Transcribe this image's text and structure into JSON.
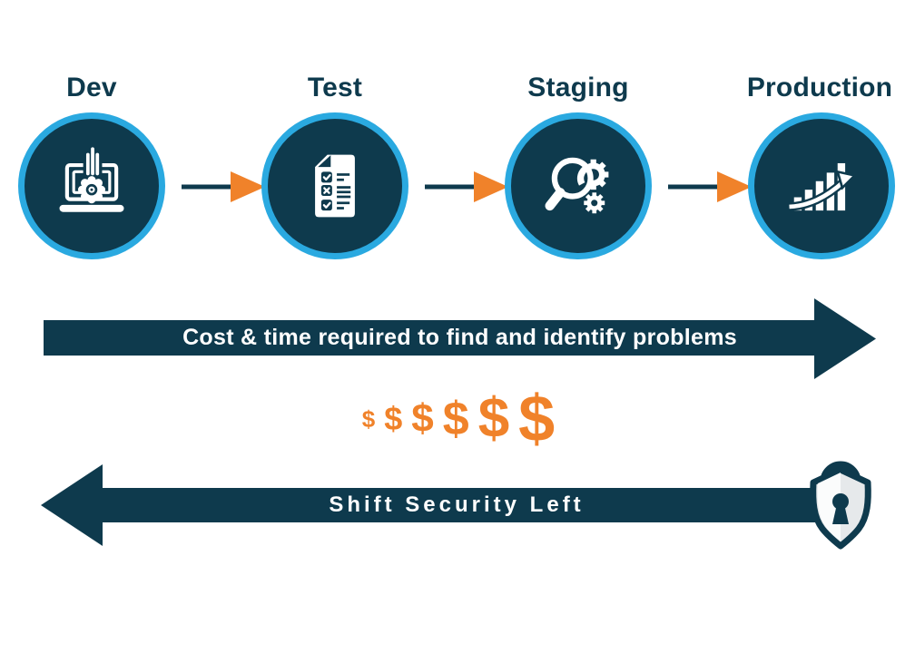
{
  "colors": {
    "navy": "#0e3a4d",
    "ring_blue": "#2aa9e0",
    "orange": "#f0822a",
    "white": "#ffffff",
    "shield_gray": "#e6e9eb"
  },
  "stages": [
    {
      "label": "Dev",
      "icon": "laptop-gear-icon"
    },
    {
      "label": "Test",
      "icon": "checklist-icon"
    },
    {
      "label": "Staging",
      "icon": "magnifier-gears-icon"
    },
    {
      "label": "Production",
      "icon": "growth-chart-icon"
    }
  ],
  "cost_arrow": {
    "label": "Cost & time required to find and identify problems",
    "direction": "right"
  },
  "dollars": [
    "$",
    "$",
    "$",
    "$",
    "$",
    "$"
  ],
  "shift_arrow": {
    "label": "Shift Security Left",
    "direction": "left",
    "icon": "lock-shield-icon"
  }
}
